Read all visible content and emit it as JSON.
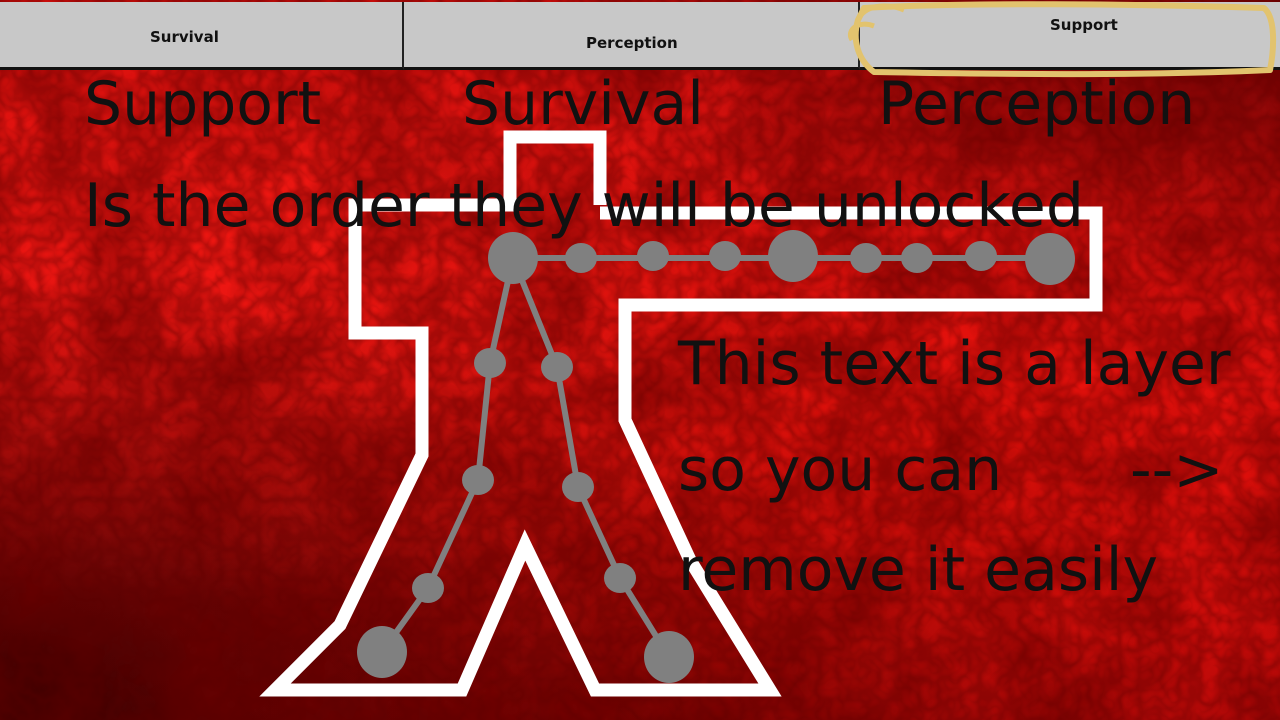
{
  "tabs": [
    {
      "label": "Survival",
      "selected": false
    },
    {
      "label": "Perception",
      "selected": false
    },
    {
      "label": "Support",
      "selected": true
    }
  ],
  "colors": {
    "tab_background": "#c8c8c8",
    "selected_outline": "#e2c36e",
    "background_red": "#d80c0c",
    "figure_outline": "#ffffff",
    "node_color": "#808080"
  },
  "overlay": {
    "order_words": [
      "Support",
      "Survival",
      "Perception"
    ],
    "order_note": "Is the order they will be unlocked",
    "layer_line_1": "This text is a layer",
    "layer_line_2": "so you can",
    "layer_arrow": "-->",
    "layer_line_3": "remove it easily"
  },
  "skill_tree": {
    "nodes": [
      {
        "id": "root",
        "size": "large"
      },
      {
        "id": "arm-1",
        "size": "small"
      },
      {
        "id": "arm-2",
        "size": "small"
      },
      {
        "id": "arm-3",
        "size": "small"
      },
      {
        "id": "arm-mid",
        "size": "large"
      },
      {
        "id": "arm-4",
        "size": "small"
      },
      {
        "id": "arm-5",
        "size": "small"
      },
      {
        "id": "arm-6",
        "size": "small"
      },
      {
        "id": "arm-end",
        "size": "large"
      },
      {
        "id": "left-leg-1",
        "size": "small"
      },
      {
        "id": "left-leg-2",
        "size": "small"
      },
      {
        "id": "left-leg-3",
        "size": "small"
      },
      {
        "id": "left-leg-end",
        "size": "large"
      },
      {
        "id": "right-leg-1",
        "size": "small"
      },
      {
        "id": "right-leg-2",
        "size": "small"
      },
      {
        "id": "right-leg-3",
        "size": "small"
      },
      {
        "id": "right-leg-end",
        "size": "large"
      }
    ]
  }
}
